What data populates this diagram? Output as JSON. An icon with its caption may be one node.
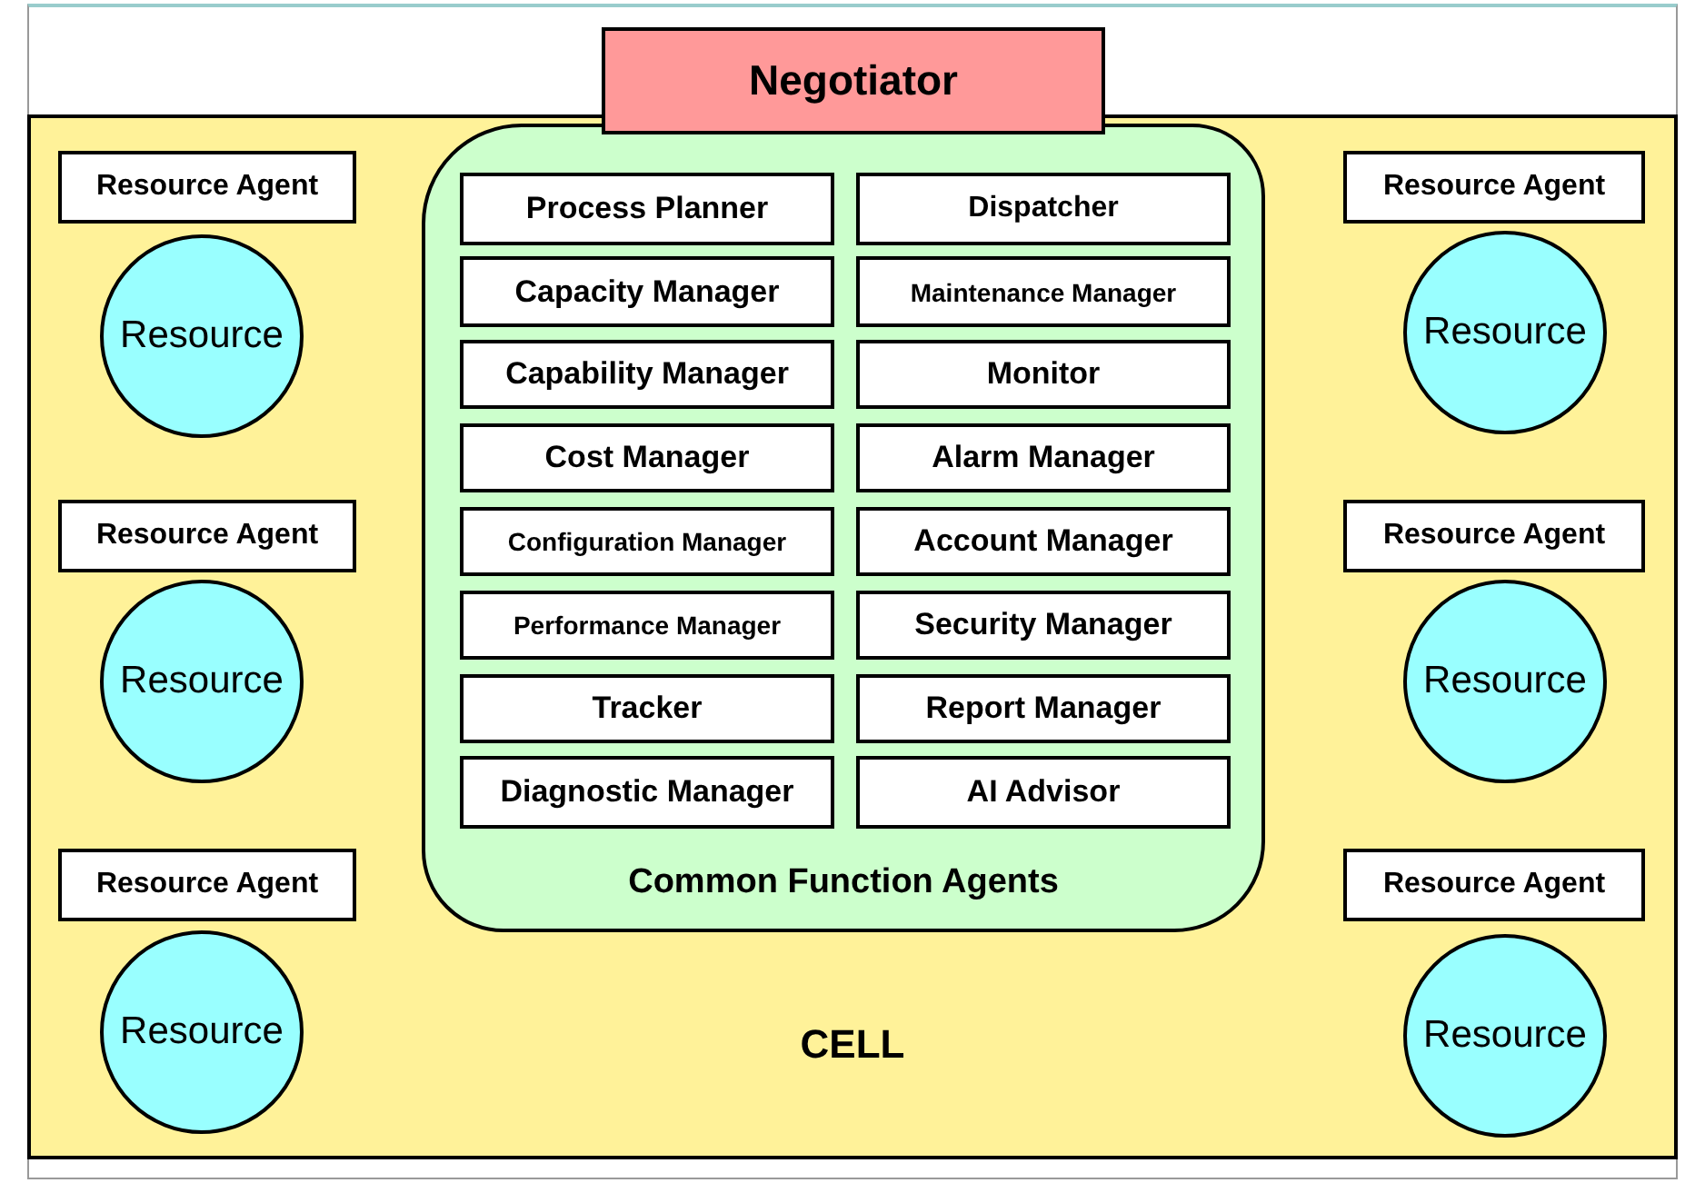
{
  "diagram": {
    "nodes": [
      {
        "text": [
          "Negotiator"
        ]
      },
      {
        "text": [
          "CELL"
        ]
      },
      {
        "text": [
          "Common Function Agents"
        ],
        "in": 1
      },
      {
        "text": [
          "Process Planner"
        ],
        "in": 2
      },
      {
        "text": [
          "Dispatcher"
        ],
        "in": 2
      },
      {
        "text": [
          "Capacity Manager"
        ],
        "in": 2
      },
      {
        "text": [
          "Maintenance Manager"
        ],
        "in": 2
      },
      {
        "text": [
          "Capability Manager"
        ],
        "in": 2
      },
      {
        "text": [
          "Monitor"
        ],
        "in": 2
      },
      {
        "text": [
          "Cost Manager"
        ],
        "in": 2
      },
      {
        "text": [
          "Alarm Manager"
        ],
        "in": 2
      },
      {
        "text": [
          "Configuration Manager"
        ],
        "in": 2
      },
      {
        "text": [
          "Account Manager"
        ],
        "in": 2
      },
      {
        "text": [
          "Performance Manager"
        ],
        "in": 2
      },
      {
        "text": [
          "Security Manager"
        ],
        "in": 2
      },
      {
        "text": [
          "Tracker"
        ],
        "in": 2
      },
      {
        "text": [
          "Report Manager"
        ],
        "in": 2
      },
      {
        "text": [
          "Diagnostic Manager"
        ],
        "in": 2
      },
      {
        "text": [
          "AI Advisor"
        ],
        "in": 2
      },
      {
        "text": [
          "Resource Agent"
        ],
        "in": 1
      },
      {
        "text": [
          "Resource"
        ],
        "in": 1
      },
      {
        "text": [
          "Resource Agent"
        ],
        "in": 1
      },
      {
        "text": [
          "Resource"
        ],
        "in": 1
      },
      {
        "text": [
          "Resource Agent"
        ],
        "in": 1
      },
      {
        "text": [
          "Resource"
        ],
        "in": 1
      },
      {
        "text": [
          "Resource Agent"
        ],
        "in": 1
      },
      {
        "text": [
          "Resource"
        ],
        "in": 1
      },
      {
        "text": [
          "Resource Agent"
        ],
        "in": 1
      },
      {
        "text": [
          "Resource"
        ],
        "in": 1
      },
      {
        "text": [
          "Resource Agent"
        ],
        "in": 1
      },
      {
        "text": [
          "Resource"
        ],
        "in": 1
      }
    ]
  }
}
